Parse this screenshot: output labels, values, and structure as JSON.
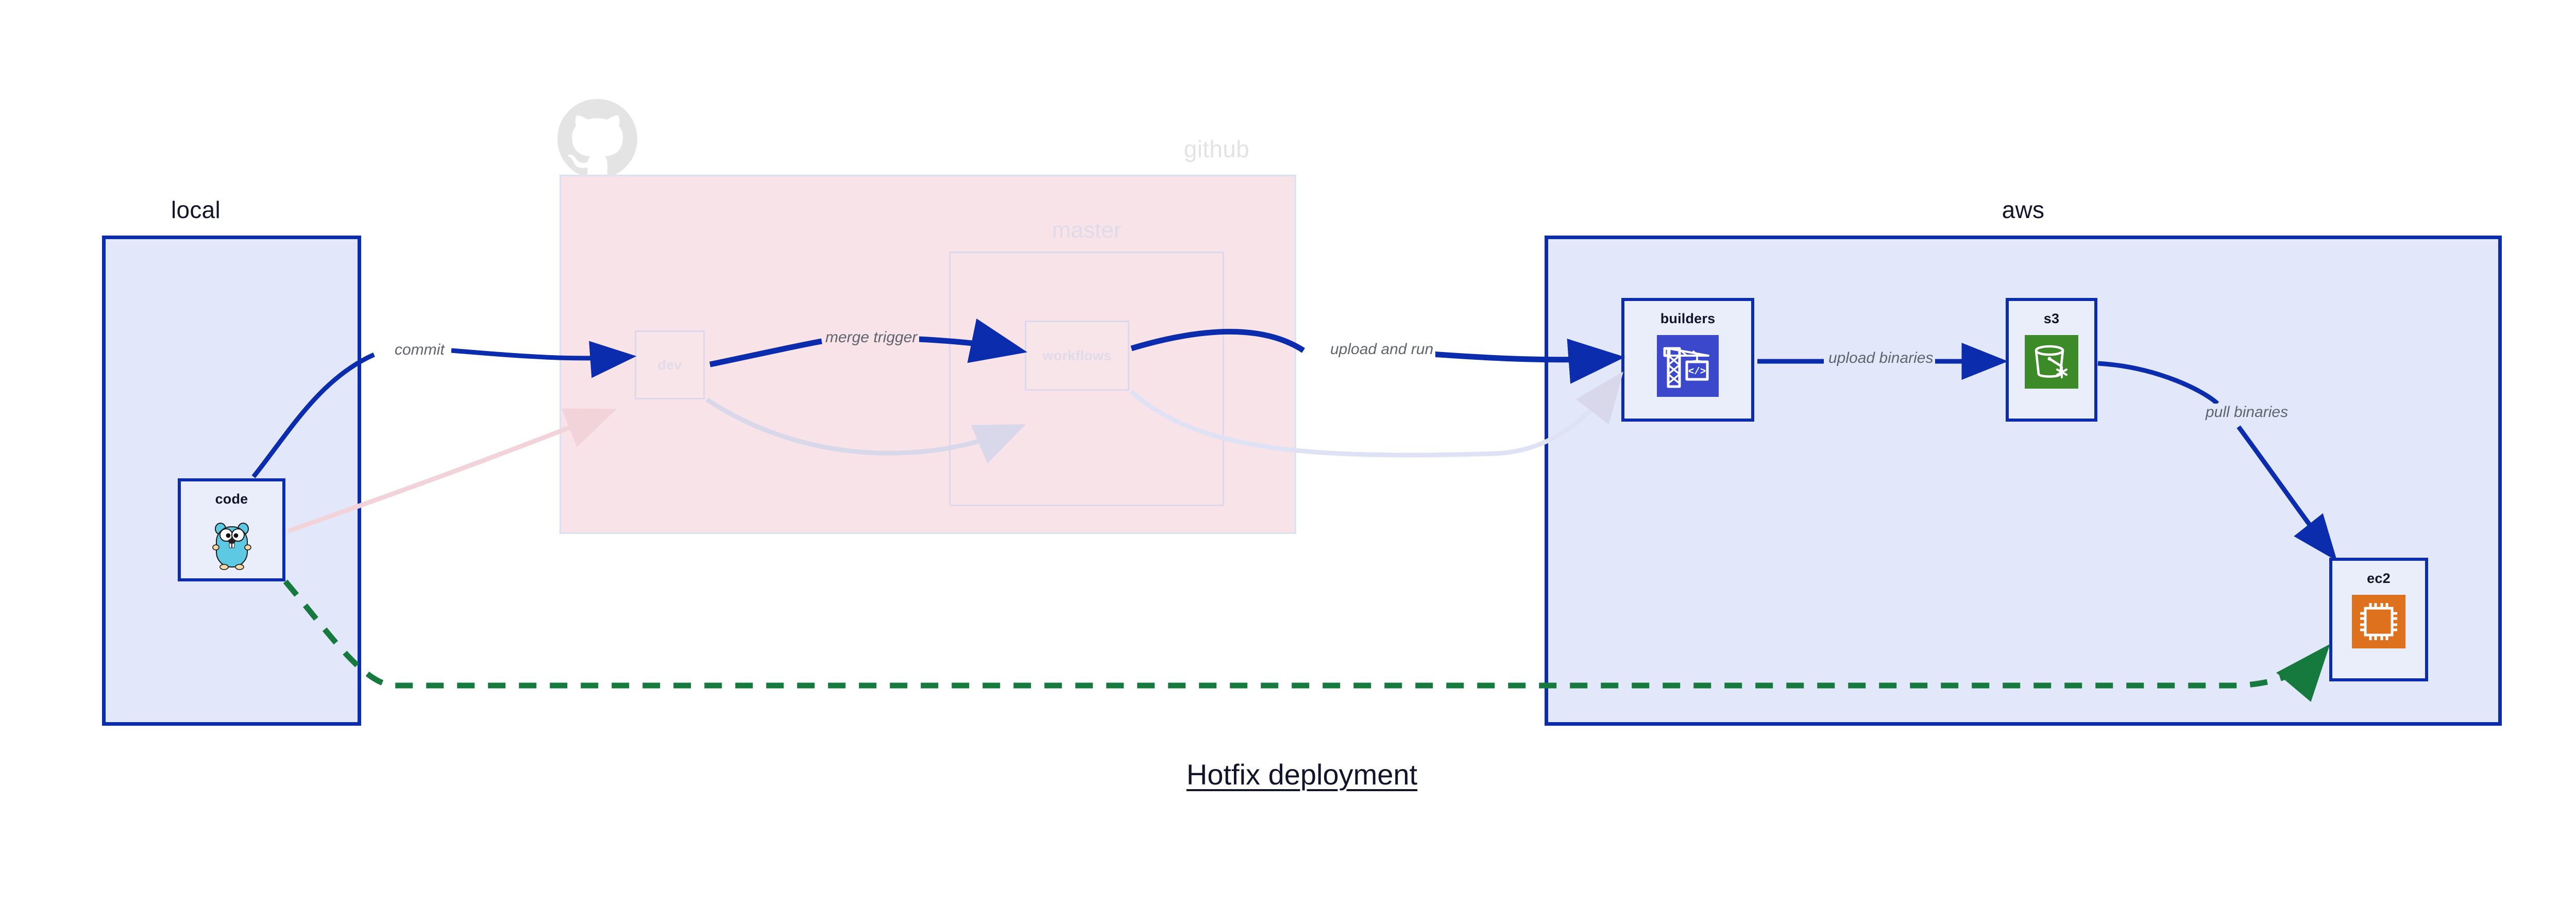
{
  "diagram": {
    "title": "Hotfix deployment",
    "colors": {
      "primary_blue": "#0b2dad",
      "zone_fill": "#e2e7fa",
      "github_fill": "#f8e3e8",
      "hotfix_green": "#16793d",
      "label_gray": "#60646e",
      "faded_gray": "#e0dbe8"
    }
  },
  "zones": [
    {
      "id": "local",
      "label": "local"
    },
    {
      "id": "github",
      "label": "github"
    },
    {
      "id": "aws",
      "label": "aws"
    }
  ],
  "nodes": [
    {
      "id": "code",
      "label": "code",
      "icon": "go-gopher-icon",
      "zone": "local"
    },
    {
      "id": "dev",
      "label": "dev",
      "icon": "branch-box-icon",
      "zone": "github",
      "state": "faded"
    },
    {
      "id": "master",
      "label": "master",
      "icon": "branch-group-icon",
      "zone": "github",
      "state": "faded"
    },
    {
      "id": "workflows",
      "label": "workflows",
      "icon": "workflow-box-icon",
      "zone": "github",
      "state": "faded"
    },
    {
      "id": "builders",
      "label": "builders",
      "icon": "aws-codebuild-crane-icon",
      "zone": "aws"
    },
    {
      "id": "s3",
      "label": "s3",
      "icon": "aws-s3-bucket-icon",
      "zone": "aws"
    },
    {
      "id": "ec2",
      "label": "ec2",
      "icon": "aws-ec2-chip-icon",
      "zone": "aws"
    }
  ],
  "edges": [
    {
      "id": "commit",
      "from": "code",
      "to": "dev",
      "label": "commit",
      "style": "solid",
      "state": "active"
    },
    {
      "id": "merge-trigger",
      "from": "dev",
      "to": "workflows",
      "label": "merge trigger",
      "style": "solid",
      "state": "active"
    },
    {
      "id": "upload-and-run",
      "from": "workflows",
      "to": "builders",
      "label": "upload and run",
      "style": "solid",
      "state": "active"
    },
    {
      "id": "upload-binaries",
      "from": "builders",
      "to": "s3",
      "label": "upload binaries",
      "style": "solid",
      "state": "active"
    },
    {
      "id": "pull-binaries",
      "from": "s3",
      "to": "ec2",
      "label": "pull binaries",
      "style": "solid",
      "state": "active"
    },
    {
      "id": "hotfix",
      "from": "code",
      "to": "ec2",
      "label": "",
      "style": "dashed",
      "state": "hotfix"
    },
    {
      "id": "ghost-code-dev",
      "from": "code",
      "to": "dev",
      "label": "",
      "style": "solid",
      "state": "ghost"
    },
    {
      "id": "ghost-dev-workflows",
      "from": "dev",
      "to": "workflows",
      "label": "",
      "style": "solid",
      "state": "ghost"
    },
    {
      "id": "ghost-workflows-build",
      "from": "workflows",
      "to": "builders",
      "label": "",
      "style": "solid",
      "state": "ghost"
    }
  ]
}
